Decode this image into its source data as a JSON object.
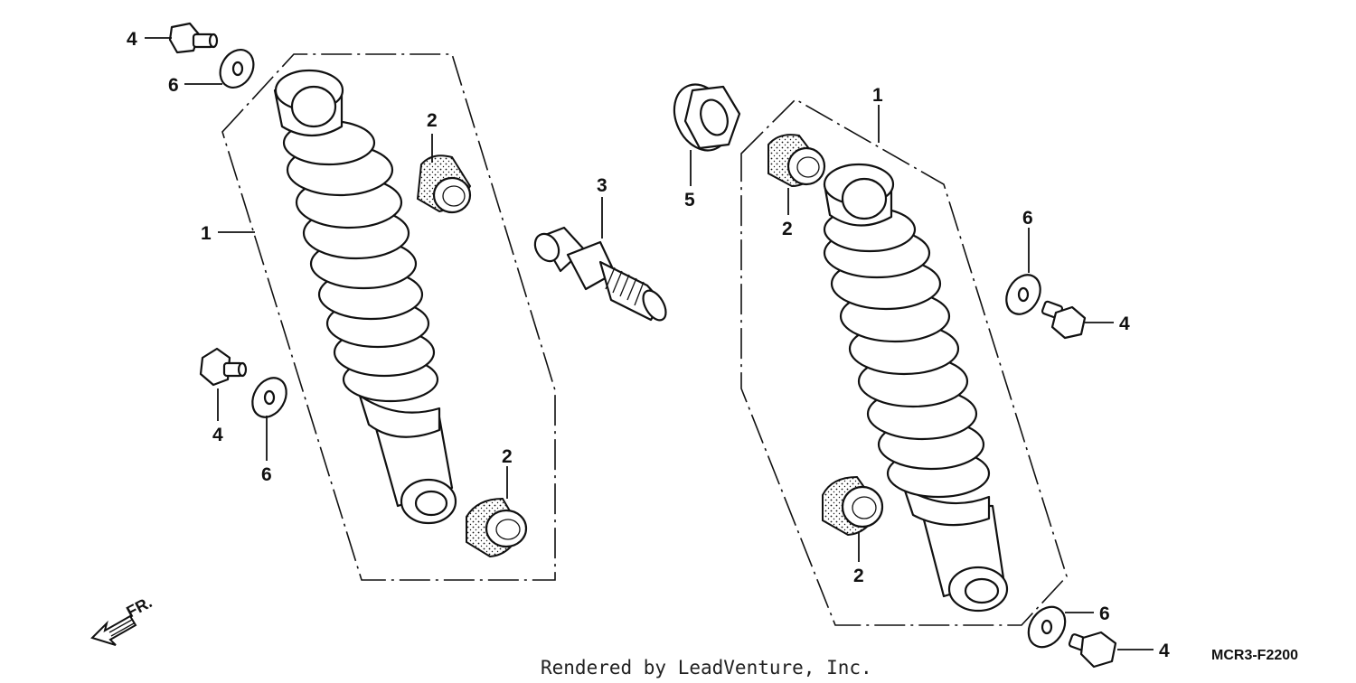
{
  "diagram": {
    "drawing_code": "MCR3-F2200",
    "credit": "Rendered by LeadVenture, Inc.",
    "direction_label": "FR.",
    "callouts": {
      "left_shock": "1",
      "left_bushing_top": "2",
      "left_bushing_bottom": "2",
      "stud": "3",
      "left_bolt_top": "4",
      "left_washer_top": "6",
      "left_bolt_bottom": "4",
      "left_washer_bottom": "6",
      "nut": "5",
      "right_shock": "1",
      "right_bushing_top": "2",
      "right_bushing_bottom": "2",
      "right_washer_mid": "6",
      "right_bolt_mid": "4",
      "right_washer_bottom": "6",
      "right_bolt_bottom": "4"
    }
  }
}
